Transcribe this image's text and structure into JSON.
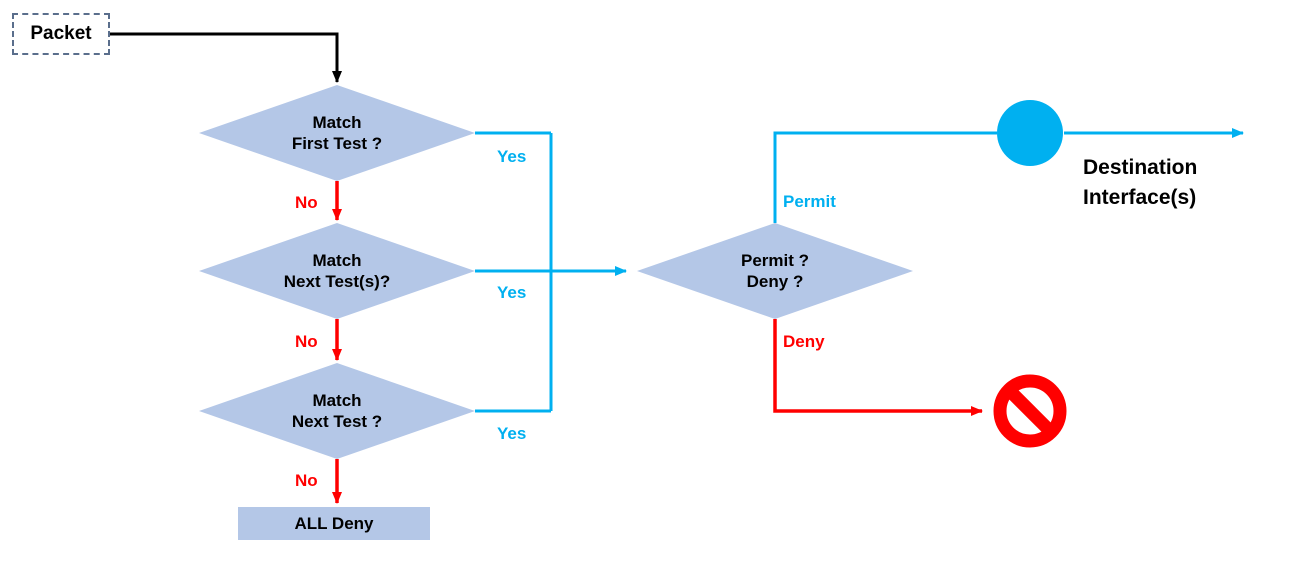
{
  "colors": {
    "cyan": "#00b0f0",
    "red": "#ff0000",
    "node_fill": "#b4c7e7",
    "text": "#000000"
  },
  "packet": {
    "label": "Packet"
  },
  "decisions": {
    "first_test": {
      "line1": "Match",
      "line2": "First Test ?"
    },
    "next_tests": {
      "line1": "Match",
      "line2": "Next Test(s)?"
    },
    "next_test": {
      "line1": "Match",
      "line2": "Next Test ?"
    },
    "permit_deny": {
      "line1": "Permit ?",
      "line2": "Deny ?"
    }
  },
  "edge_labels": {
    "yes_first": "Yes",
    "yes_next_tests": "Yes",
    "yes_next_test": "Yes",
    "no_first": "No",
    "no_next_tests": "No",
    "no_next_test": "No",
    "permit": "Permit",
    "deny": "Deny"
  },
  "terminals": {
    "all_deny": "ALL Deny",
    "destination": {
      "line1": "Destination",
      "line2": "Interface(s)"
    }
  },
  "icons": {
    "destination_circle": "destination-interface-circle-icon",
    "deny_sign": "no-entry-icon"
  }
}
